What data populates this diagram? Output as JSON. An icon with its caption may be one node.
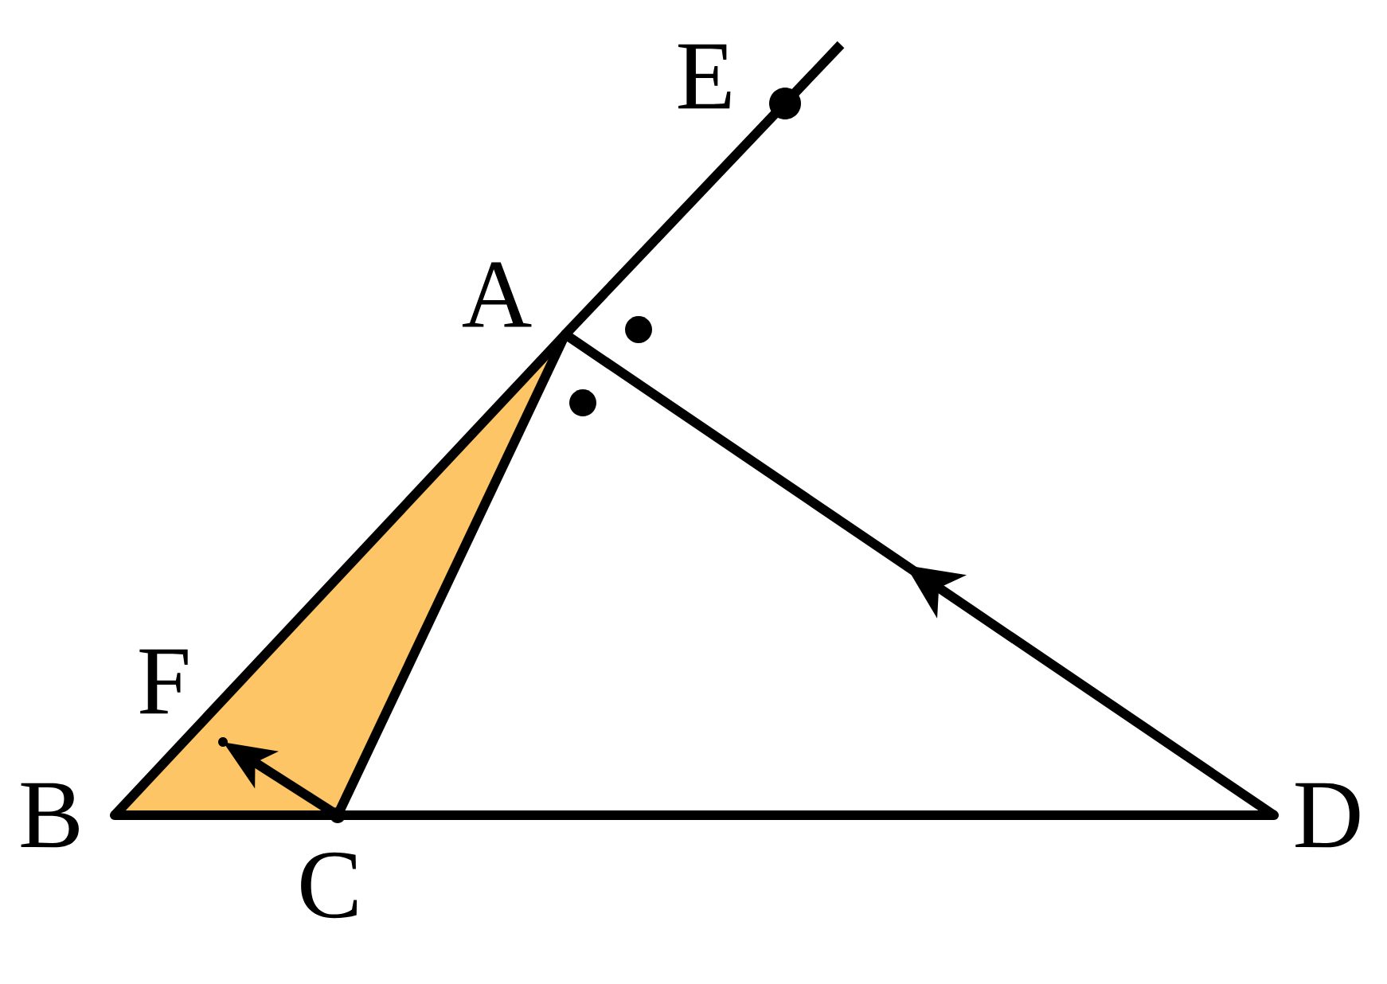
{
  "diagram": {
    "nodes": [
      {
        "text": [
          "E"
        ]
      },
      {
        "text": [
          "A"
        ]
      },
      {
        "text": [
          "F"
        ]
      },
      {
        "text": [
          "B"
        ]
      },
      {
        "text": [
          "C"
        ]
      },
      {
        "text": [
          "D"
        ]
      }
    ],
    "edges": [
      {
        "from": 1,
        "to": 0,
        "arrow": "none"
      },
      {
        "from": 3,
        "to": 1,
        "arrow": "none"
      },
      {
        "from": 4,
        "to": 1,
        "arrow": "none"
      },
      {
        "from": 5,
        "to": 1,
        "arrow": "to"
      },
      {
        "from": 3,
        "to": 5,
        "arrow": "none"
      },
      {
        "from": 4,
        "to": 2,
        "arrow": "to"
      }
    ]
  }
}
